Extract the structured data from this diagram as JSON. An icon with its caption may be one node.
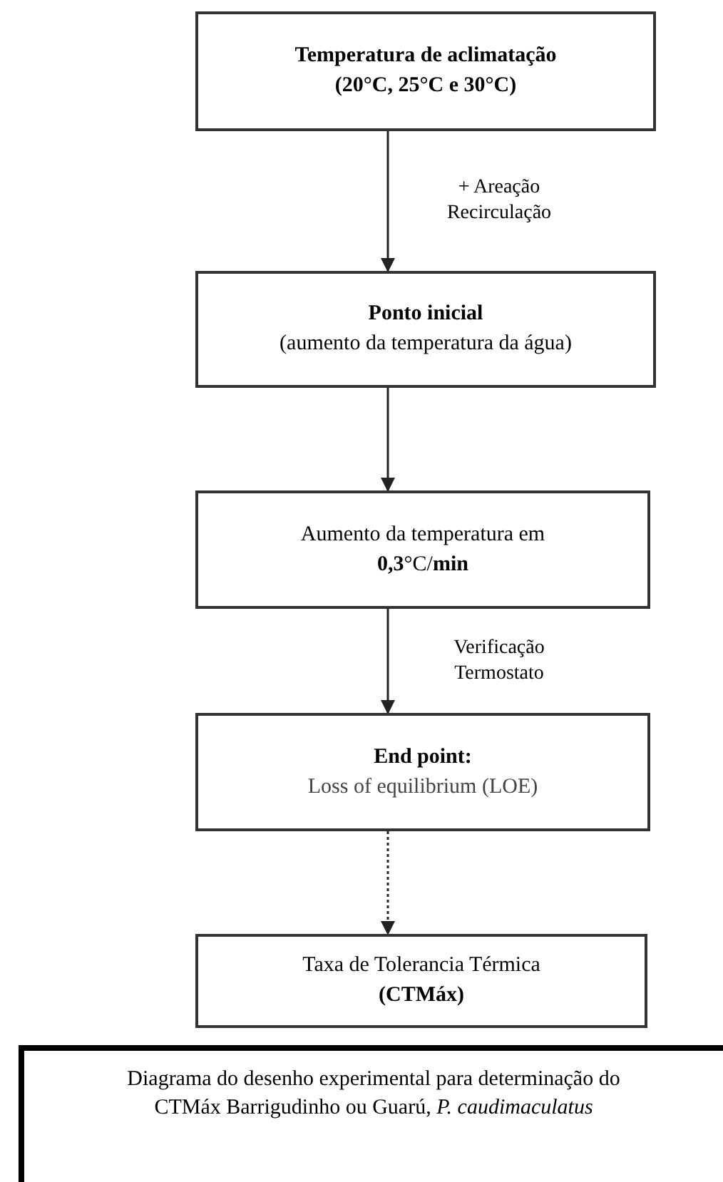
{
  "diagram": {
    "caption": "Diagrama do desenho experimental para determinação do CTMáx Barrigudinho ou Guarú, *P. caudimaculatus*",
    "nodes": [
      {
        "text": [
          "Temperatura de aclimatação",
          "(20°C, 25°C e 30°C)"
        ]
      },
      {
        "text": [
          "Ponto inicial",
          "(aumento da temperatura da água)"
        ]
      },
      {
        "text": [
          "Aumento da temperatura em",
          "**0,3**°C/**min**"
        ]
      },
      {
        "text": [
          "**End point**:",
          "Loss of equilibrium (LOE)"
        ]
      },
      {
        "text": [
          "Taxa de Tolerancia Térmica",
          "(CTMáx)"
        ]
      }
    ],
    "edges": [
      {
        "from": 0,
        "to": 1,
        "arrow": "to",
        "label": "+ Areação Recirculação"
      },
      {
        "from": 1,
        "to": 2,
        "arrow": "to"
      },
      {
        "from": 2,
        "to": 3,
        "arrow": "to",
        "label": "Verificação Termostato"
      },
      {
        "from": 3,
        "to": 4,
        "arrow": "to",
        "style": "dashed"
      }
    ]
  }
}
